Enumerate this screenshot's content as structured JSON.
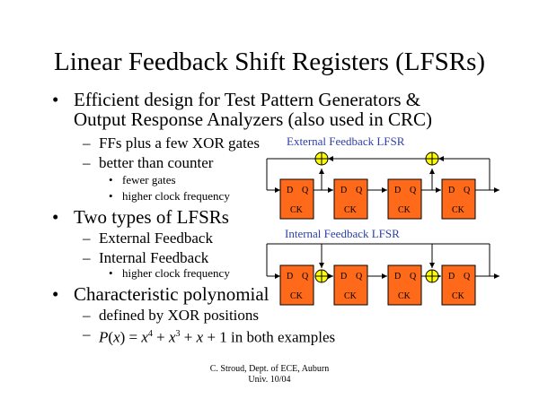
{
  "slide": {
    "title": "Linear Feedback Shift Registers (LFSRs)",
    "bullet1": {
      "line1": "Efficient design for Test Pattern Generators &",
      "line2": "Output Response Analyzers (also used in CRC)",
      "sub1": "FFs plus a few XOR gates",
      "sub2": "better than counter",
      "sub2_items": [
        "fewer gates",
        "higher clock frequency"
      ]
    },
    "bullet2": {
      "text": "Two types of LFSRs",
      "sub1": "External Feedback",
      "sub2": "Internal Feedback",
      "sub2_items": [
        "higher clock frequency"
      ]
    },
    "bullet3": {
      "text": "Characteristic polynomial",
      "sub1": "defined by XOR positions",
      "poly": {
        "P": "P",
        "x": "x",
        "exp4": "4",
        "exp3": "3",
        "rest": " + 1 in both examples"
      }
    },
    "footer": {
      "line1": "C. Stroud, Dept. of ECE, Auburn",
      "line2": "Univ. 10/04"
    }
  },
  "diagrams": {
    "external": {
      "label": "External Feedback LFSR"
    },
    "internal": {
      "label": "Internal Feedback LFSR"
    },
    "ff": {
      "d": "D",
      "q": "Q",
      "ck": "CK"
    },
    "colors": {
      "ff_fill": "#ff6a1a",
      "xor_fill": "#ffff00",
      "label": "#2e3ea8"
    }
  }
}
